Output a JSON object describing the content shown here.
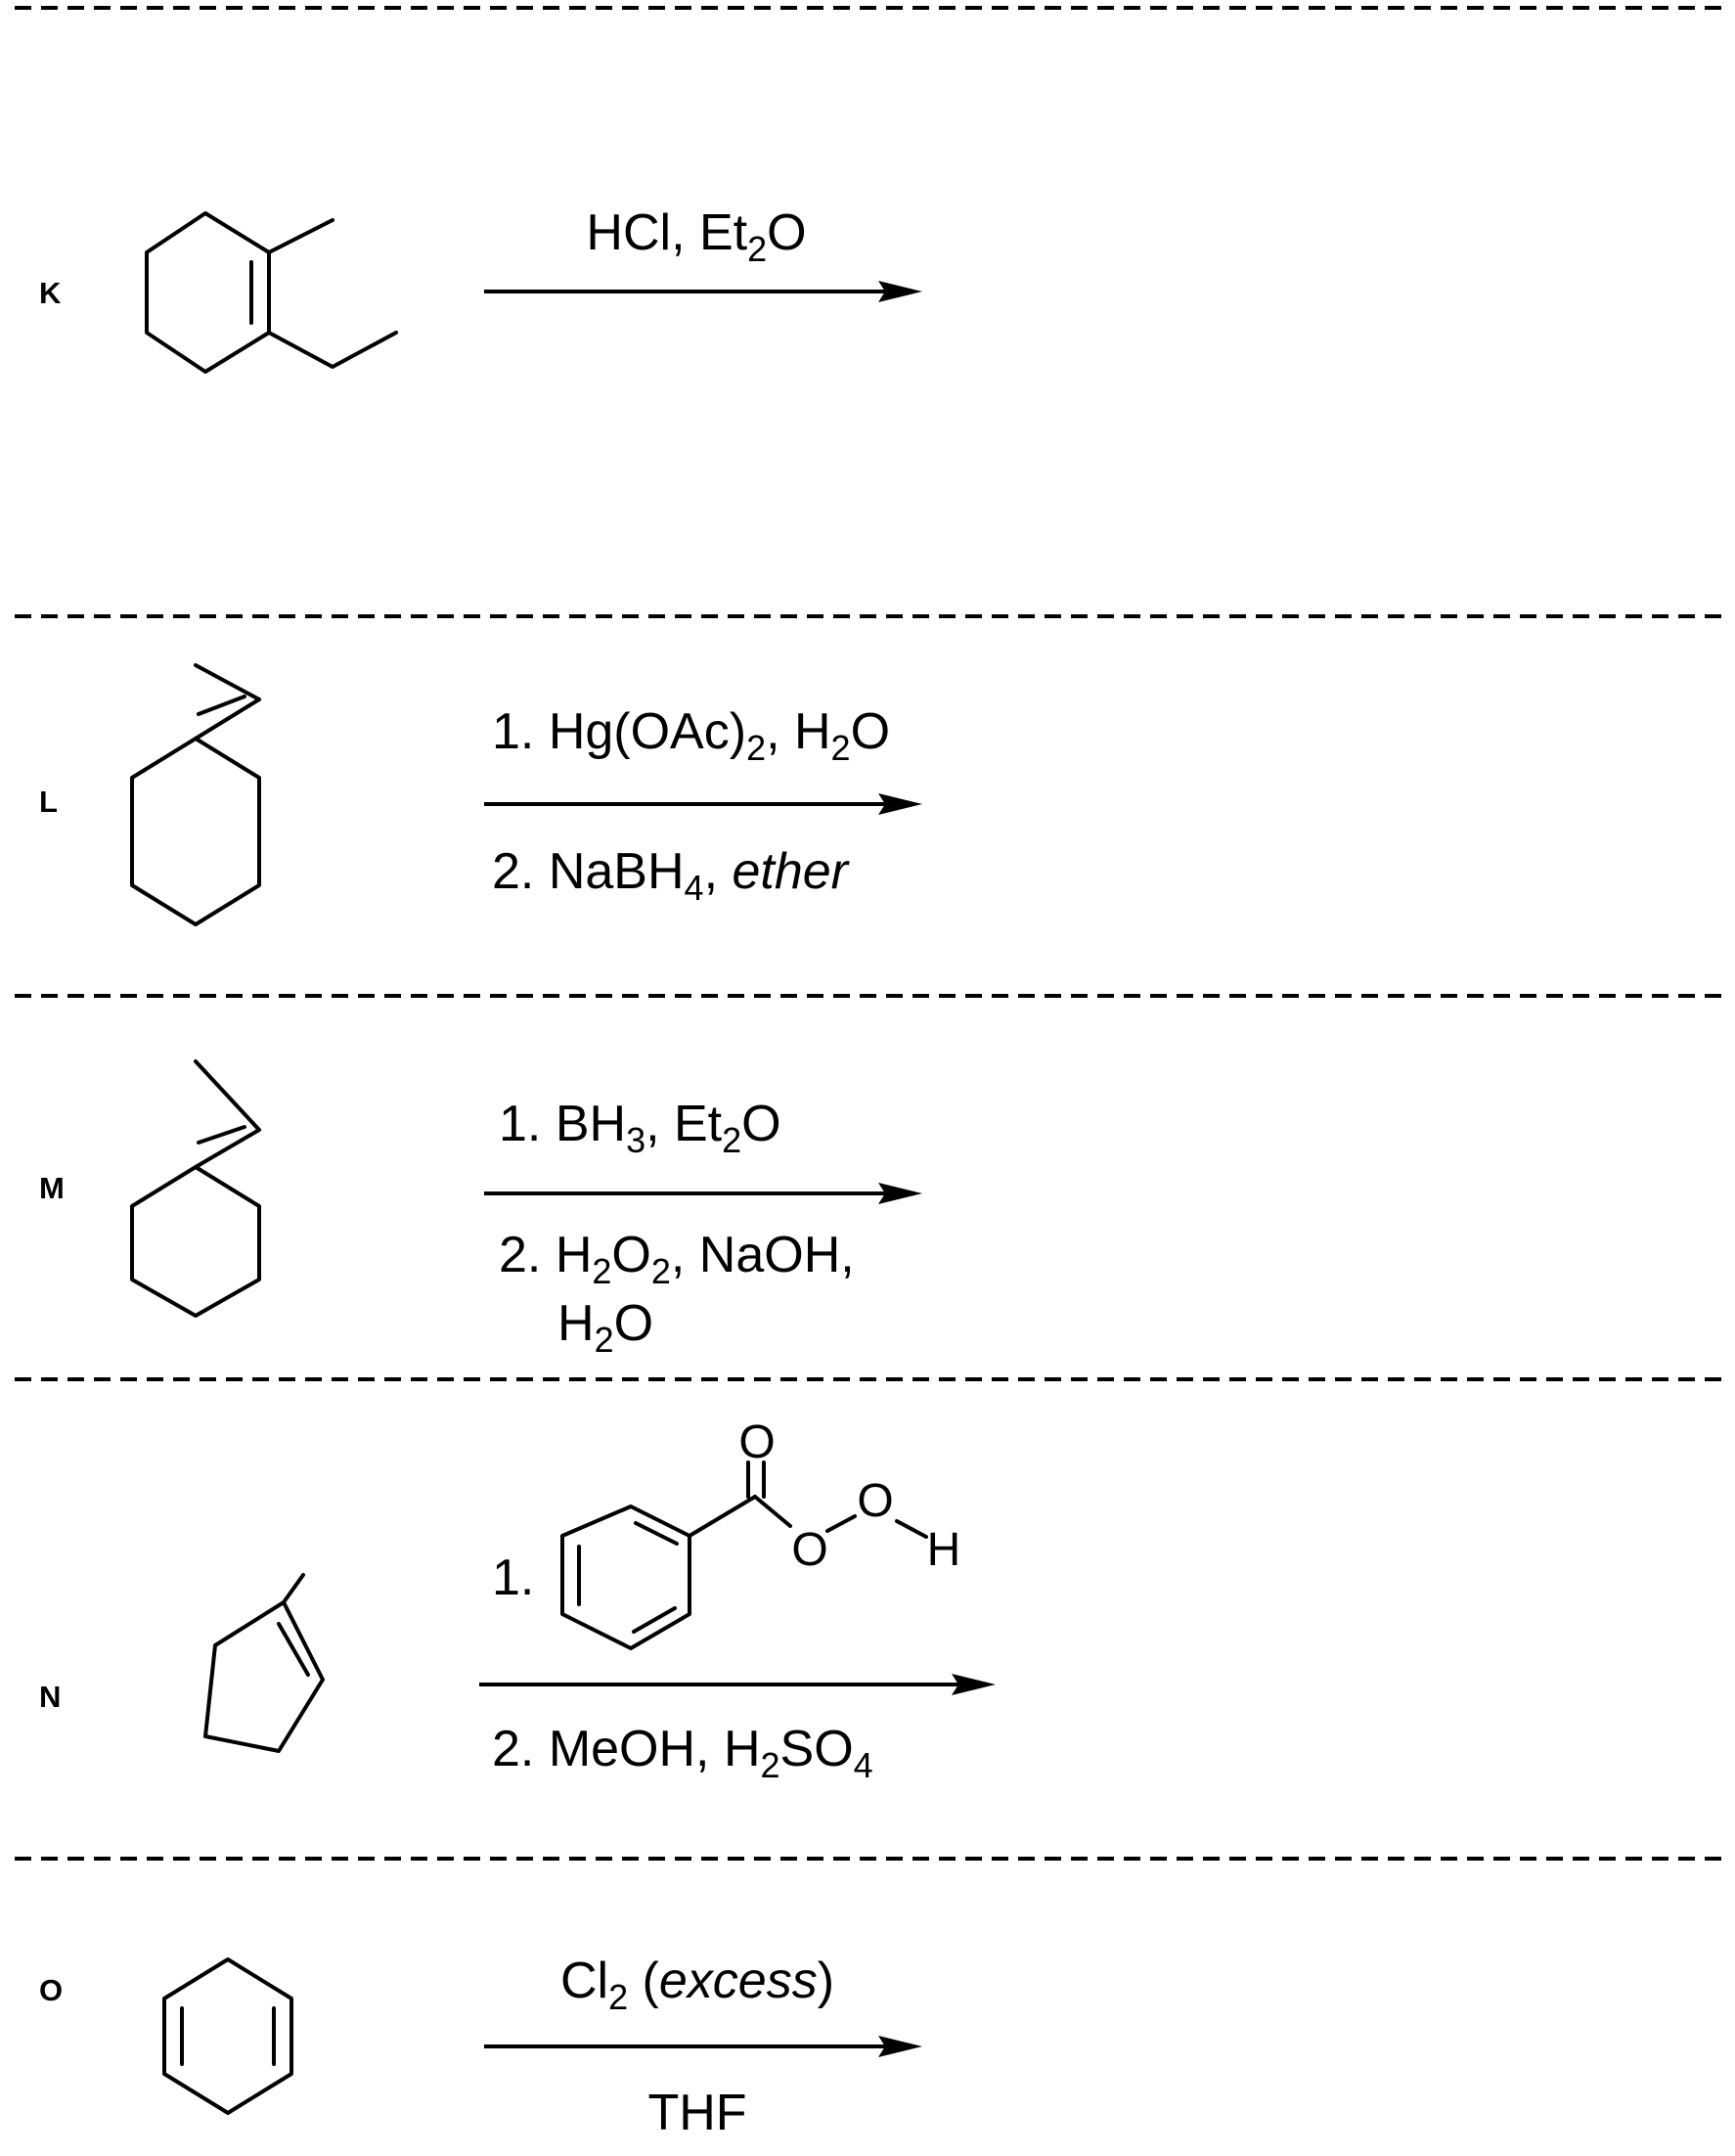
{
  "reactions": [
    {
      "label": "K",
      "reagents_above": [
        {
          "line": [
            "HCl, Et",
            {
              "sub": "2"
            },
            "O"
          ]
        }
      ],
      "reagents_below": []
    },
    {
      "label": "L",
      "reagents_above": [
        {
          "line": [
            "1. Hg(OAc)",
            {
              "sub": "2"
            },
            ", H",
            {
              "sub": "2"
            },
            "O"
          ]
        }
      ],
      "reagents_below": [
        {
          "line": [
            "2. NaBH",
            {
              "sub": "4"
            },
            ", ",
            {
              "i": "ether"
            }
          ]
        }
      ]
    },
    {
      "label": "M",
      "reagents_above": [
        {
          "line": [
            "1. BH",
            {
              "sub": "3"
            },
            ", Et",
            {
              "sub": "2"
            },
            "O"
          ]
        }
      ],
      "reagents_below": [
        {
          "line": [
            "2. H",
            {
              "sub": "2"
            },
            "O",
            {
              "sub": "2"
            },
            ", NaOH,"
          ]
        },
        {
          "line": [
            "H",
            {
              "sub": "2"
            },
            "O"
          ]
        }
      ]
    },
    {
      "label": "N",
      "reagents_above": [
        {
          "line": [
            "1."
          ]
        }
      ],
      "reagent_structure_atoms": [
        "O",
        "O",
        "O",
        "H"
      ],
      "reagents_below": [
        {
          "line": [
            "2. MeOH, H",
            {
              "sub": "2"
            },
            "SO",
            {
              "sub": "4"
            }
          ]
        }
      ]
    },
    {
      "label": "O",
      "reagents_above": [
        {
          "line": [
            "Cl",
            {
              "sub": "2"
            },
            " (",
            {
              "i": "excess"
            },
            ")"
          ]
        }
      ],
      "reagents_below": [
        {
          "line": [
            "THF"
          ]
        }
      ]
    }
  ]
}
